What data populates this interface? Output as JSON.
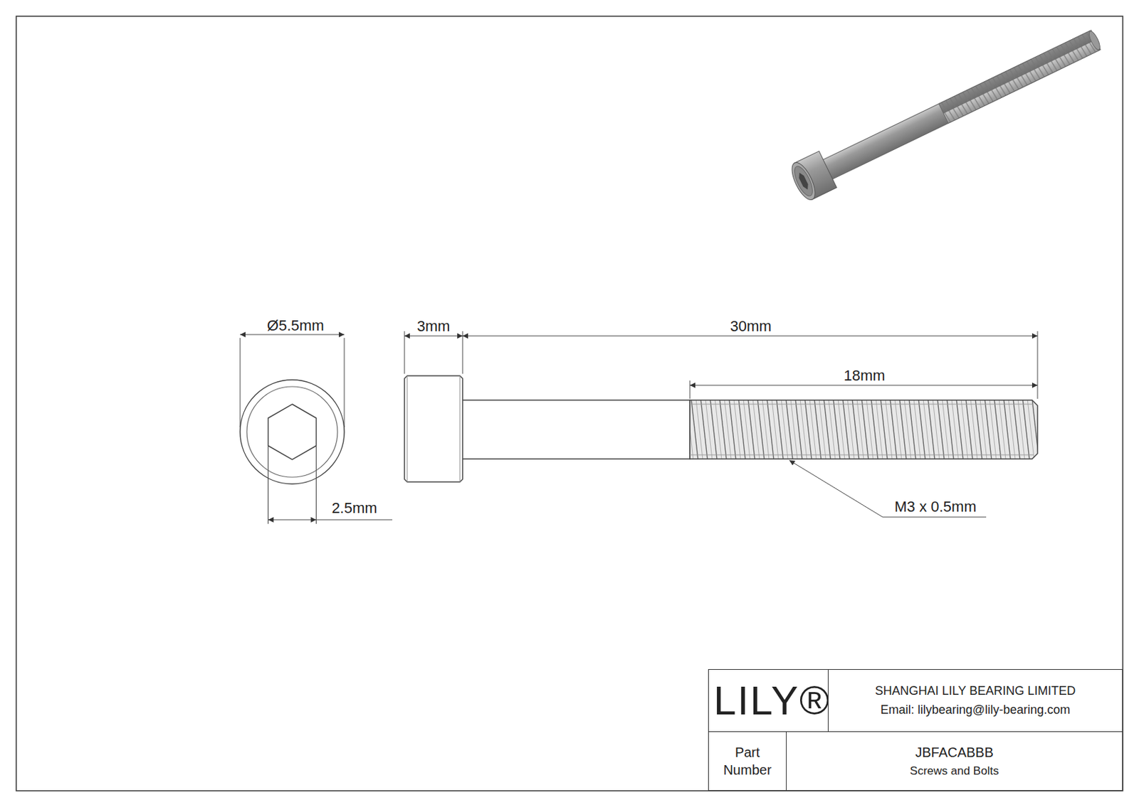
{
  "diagram": {
    "nodes": [
      {
        "text": [
          "LILY®"
        ]
      },
      {
        "text": [
          "SHANGHAI LILY BEARING LIMITED",
          "Email: lilybearing@lily-bearing.com"
        ]
      },
      {
        "text": [
          "Part Number"
        ]
      },
      {
        "text": [
          "JBFACABBB",
          "Screws and Bolts"
        ]
      }
    ],
    "labels": [
      "Ø5.5mm",
      "2.5mm",
      "3mm",
      "30mm",
      "18mm",
      "M3 x 0.5mm"
    ]
  }
}
